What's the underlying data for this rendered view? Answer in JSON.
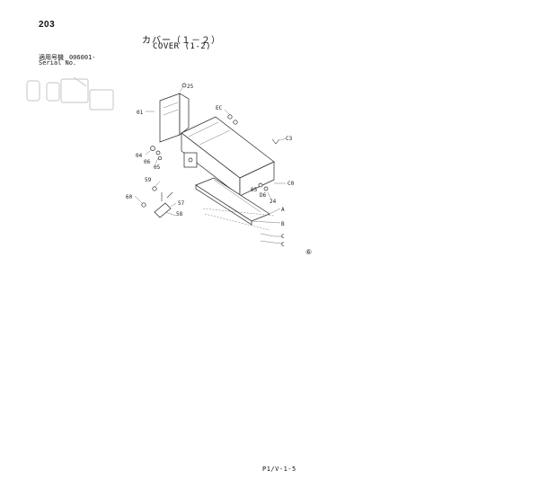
{
  "header": {
    "page_number": "203",
    "title_jp": "カバー（１－２）",
    "title_en": "COVER (1-2)",
    "serial_label_jp": "適用号機",
    "serial_value": "006001-",
    "serial_label_en": "Serial No."
  },
  "callouts": {
    "p25": "25",
    "p01": "01",
    "pEC": "EC",
    "pC3": "C3",
    "p04": "04",
    "p06a": "06",
    "p05a": "05",
    "p59": "59",
    "p60": "60",
    "p57": "57",
    "p58": "58",
    "p05b": "05",
    "pD6": "D6",
    "p24": "24",
    "pC0": "C0",
    "pA": "A",
    "pB": "B",
    "pC1": "C",
    "pC2": "C",
    "circle_mark": "⑥"
  },
  "footer": {
    "page_code": "P1/V-1-5"
  }
}
